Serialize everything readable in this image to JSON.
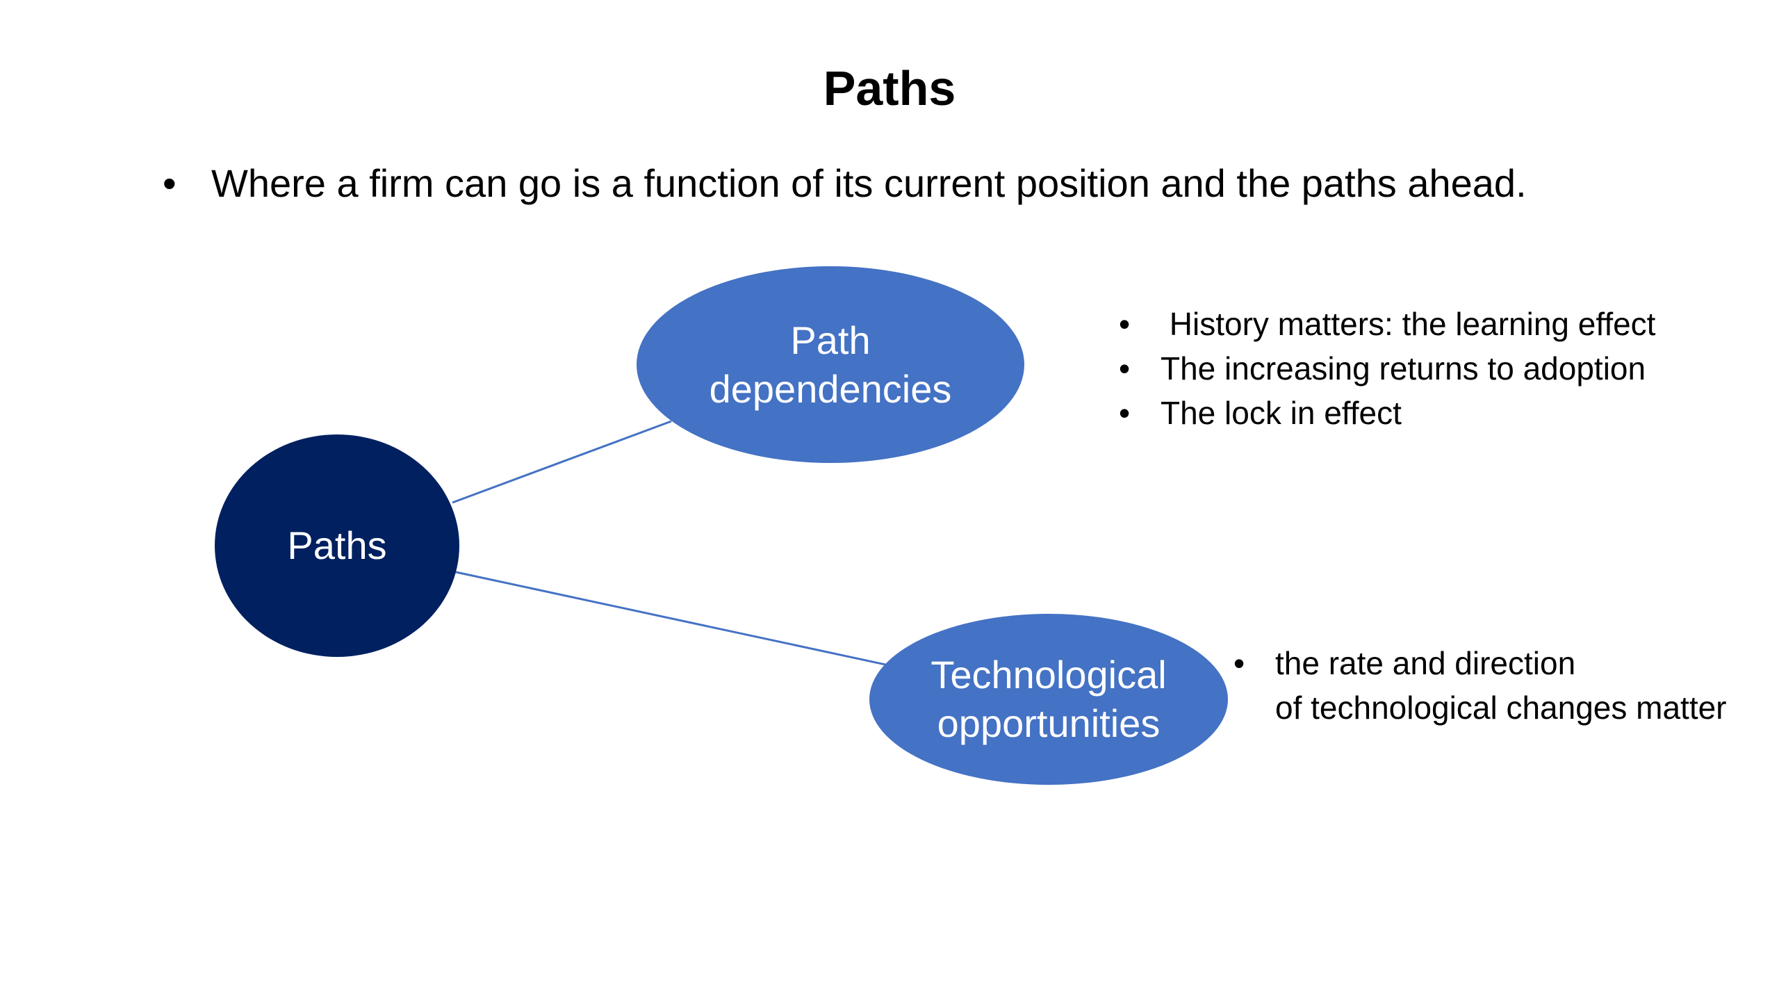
{
  "slide": {
    "title": "Paths",
    "bullet": "Where a firm can go is a function of its current position and the paths ahead.",
    "bullet_marker": "•"
  },
  "diagram": {
    "root": {
      "label": "Paths",
      "color": "#002060"
    },
    "path_dependencies": {
      "label": "Path\ndependencies",
      "color": "#4472c4",
      "notes": [
        " History matters: the learning effect",
        "The increasing returns to adoption",
        "The lock in effect"
      ]
    },
    "technological_opportunities": {
      "label": "Technological\nopportunities",
      "color": "#4472c4",
      "notes": [
        "the rate and direction\nof technological changes matter"
      ]
    },
    "connector_color": "#4472c4"
  }
}
